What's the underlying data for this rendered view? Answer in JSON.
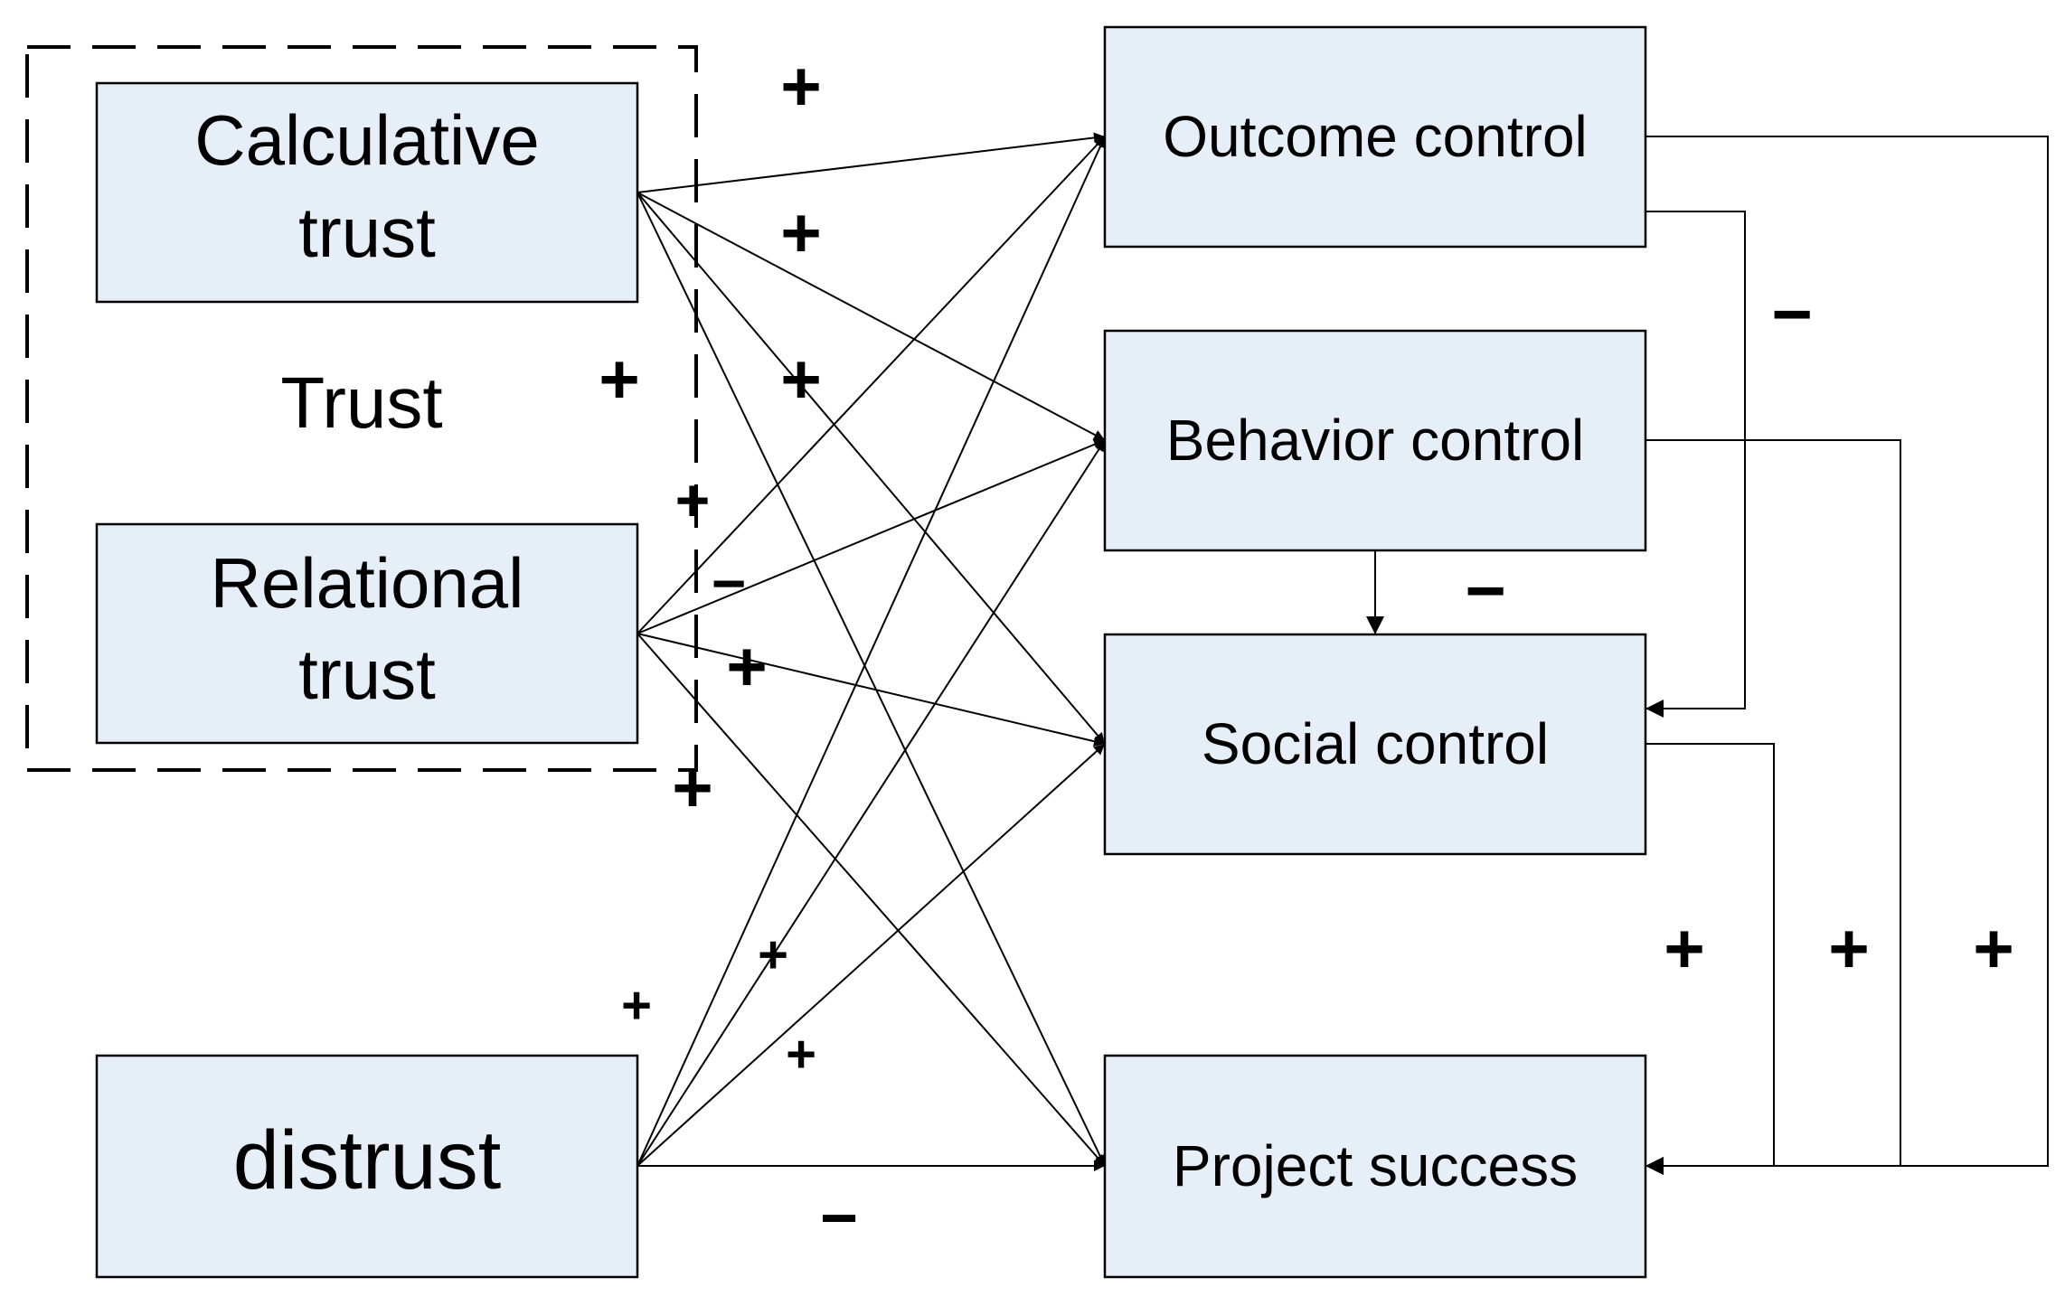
{
  "group": {
    "label": "Trust"
  },
  "nodes": {
    "calculative": {
      "lines": [
        "Calculative",
        "trust"
      ]
    },
    "relational": {
      "lines": [
        "Relational",
        "trust"
      ]
    },
    "distrust": {
      "lines": [
        "distrust"
      ]
    },
    "outcome": {
      "lines": [
        "Outcome control"
      ]
    },
    "behavior": {
      "lines": [
        "Behavior control"
      ]
    },
    "social": {
      "lines": [
        "Social control"
      ]
    },
    "success": {
      "lines": [
        "Project success"
      ]
    }
  },
  "edges": [
    {
      "from": "calculative",
      "to": "outcome"
    },
    {
      "from": "calculative",
      "to": "behavior"
    },
    {
      "from": "calculative",
      "to": "social"
    },
    {
      "from": "calculative",
      "to": "success"
    },
    {
      "from": "relational",
      "to": "outcome"
    },
    {
      "from": "relational",
      "to": "behavior"
    },
    {
      "from": "relational",
      "to": "social"
    },
    {
      "from": "relational",
      "to": "success"
    },
    {
      "from": "distrust",
      "to": "outcome"
    },
    {
      "from": "distrust",
      "to": "behavior"
    },
    {
      "from": "distrust",
      "to": "social"
    },
    {
      "from": "distrust",
      "to": "success"
    },
    {
      "from": "behavior",
      "to": "social"
    },
    {
      "from": "outcome",
      "to": "social"
    },
    {
      "from": "outcome",
      "to": "success"
    },
    {
      "from": "behavior",
      "to": "success"
    },
    {
      "from": "social",
      "to": "success"
    }
  ],
  "signs": [
    {
      "id": "cal-outcome",
      "text": "+"
    },
    {
      "id": "cal-behavior",
      "text": "+"
    },
    {
      "id": "cal-social",
      "text": "+"
    },
    {
      "id": "trust-plus",
      "text": "+"
    },
    {
      "id": "rel-upper",
      "text": "+"
    },
    {
      "id": "rel-minus",
      "text": "−"
    },
    {
      "id": "rel-social",
      "text": "+"
    },
    {
      "id": "rel-bottom",
      "text": "+"
    },
    {
      "id": "dis-left",
      "text": "+"
    },
    {
      "id": "dis-mid",
      "text": "+"
    },
    {
      "id": "dis-low",
      "text": "+"
    },
    {
      "id": "dis-success",
      "text": "−"
    },
    {
      "id": "outcome-social",
      "text": "−"
    },
    {
      "id": "behavior-social",
      "text": "−"
    },
    {
      "id": "social-success",
      "text": "+"
    },
    {
      "id": "behavior-success",
      "text": "+"
    },
    {
      "id": "outcome-success",
      "text": "+"
    }
  ]
}
